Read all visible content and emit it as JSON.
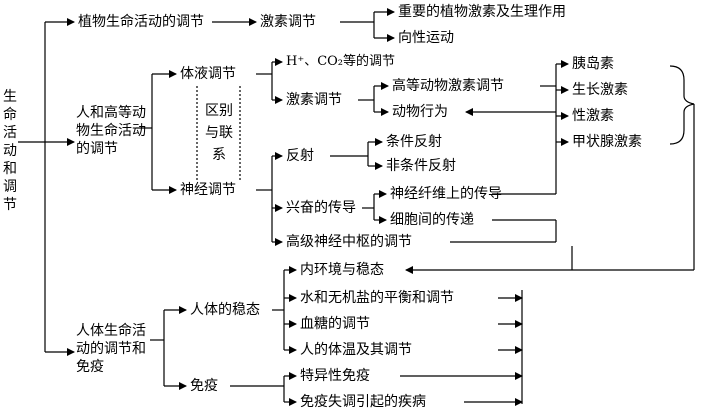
{
  "nodes": {
    "root_label": "生命活动和调节",
    "plant_regulation": "植物生命活动的调节",
    "plant_hormone_regulation": "激素调节",
    "plant_hormones_functions": "重要的植物激素及生理作用",
    "phototropism": "向性运动",
    "animal_regulation": "人和高等动物生命活动的调节",
    "humoral_regulation": "体液调节",
    "co2_regulation": "H⁺、CO₂等的调节",
    "animal_hormone_regulation": "激素调节",
    "higher_animal_hormone": "高等动物激素调节",
    "animal_behavior": "动物行为",
    "diff_relation": "区别与联系",
    "neural_regulation": "神经调节",
    "reflex": "反射",
    "conditioned_reflex": "条件反射",
    "unconditioned_reflex": "非条件反射",
    "excitation_conduction": "兴奋的传导",
    "nerve_fiber_conduction": "神经纤维上的传导",
    "intercellular_transmission": "细胞间的传递",
    "higher_center": "高级神经中枢的调节",
    "insulin": "胰岛素",
    "growth_hormone": "生长激素",
    "sex_hormone": "性激素",
    "thyroxine": "甲状腺激素",
    "human_regulation_immunity": "人体生命活动的调节和免疫",
    "homeostasis": "人体的稳态",
    "internal_env": "内环境与稳态",
    "water_salt": "水和无机盐的平衡和调节",
    "blood_sugar": "血糖的调节",
    "body_temp": "人的体温及其调节",
    "immunity": "免疫",
    "specific_immunity": "特异性免疫",
    "immune_disorders": "免疫失调引起的疾病"
  }
}
